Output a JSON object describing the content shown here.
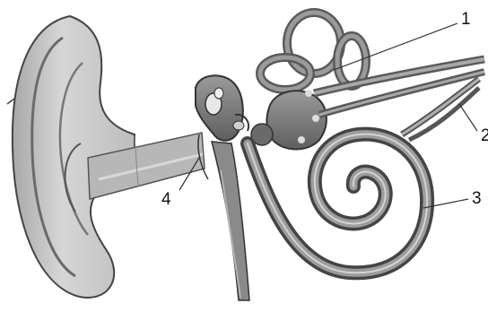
{
  "callouts": [
    {
      "label": "1"
    },
    {
      "label": "2"
    },
    {
      "label": "3"
    },
    {
      "label": "4"
    }
  ],
  "colors": {
    "background": "#ffffff",
    "outer_ear": "#c9c9c9",
    "shadow": "#5e5e5e",
    "inner_structures": "#7a7a7a",
    "leader_lines": "#333333"
  },
  "structures": [
    {
      "icon": "auricle-icon"
    },
    {
      "icon": "ear-canal-icon"
    },
    {
      "icon": "ossicles-icon"
    },
    {
      "icon": "semicircular-canals-icon"
    },
    {
      "icon": "auditory-nerve-icon"
    },
    {
      "icon": "cochlea-icon"
    },
    {
      "icon": "eustachian-tube-icon"
    }
  ]
}
